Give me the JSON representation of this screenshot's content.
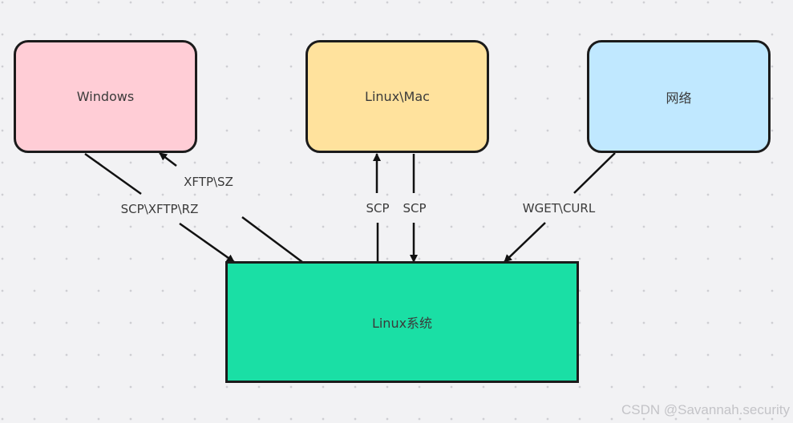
{
  "diagram": {
    "nodes": {
      "windows": {
        "label": "Windows",
        "fill": "#ffcdd6"
      },
      "linux_mac": {
        "label": "Linux\\Mac",
        "fill": "#ffe29d"
      },
      "network": {
        "label": "网络",
        "fill": "#c0e8ff"
      },
      "linux_system": {
        "label": "Linux系统",
        "fill": "#1adfa5"
      }
    },
    "edges": [
      {
        "from": "windows",
        "to": "linux_system",
        "label": "SCP\\XFTP\\RZ"
      },
      {
        "from": "linux_system",
        "to": "windows",
        "label": "XFTP\\SZ"
      },
      {
        "from": "linux_system",
        "to": "linux_mac",
        "label": "SCP"
      },
      {
        "from": "linux_mac",
        "to": "linux_system",
        "label": "SCP"
      },
      {
        "from": "network",
        "to": "linux_system",
        "label": "WGET\\CURL"
      }
    ]
  },
  "watermark": "CSDN @Savannah.security"
}
